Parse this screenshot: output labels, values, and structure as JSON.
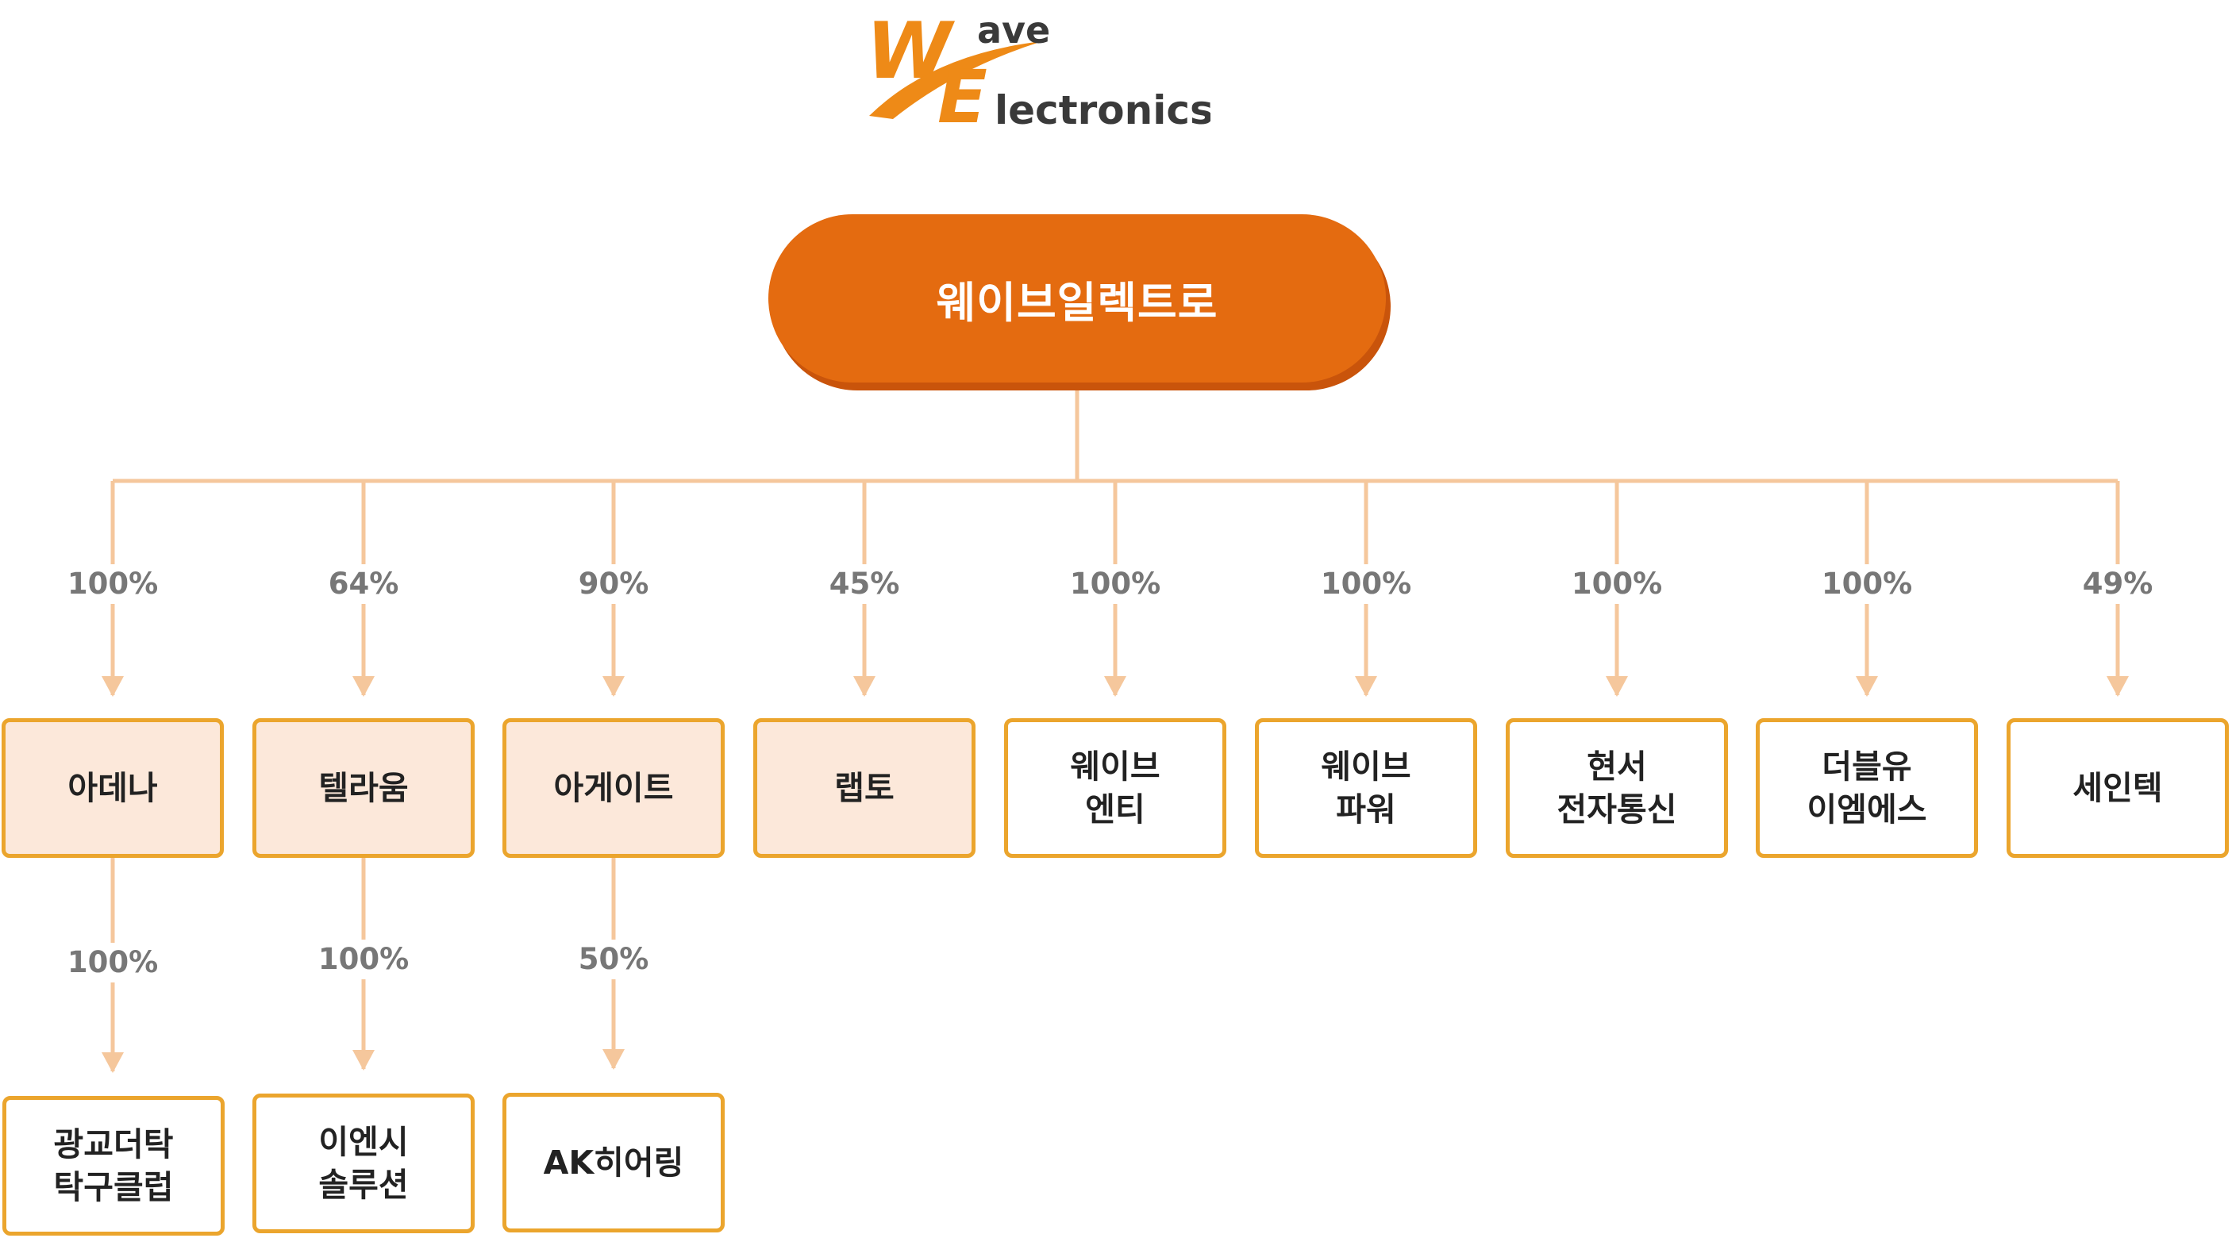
{
  "logo": {
    "mark_w": "W",
    "mark_e": "E",
    "word_top": "ave",
    "word_bottom": "lectronics"
  },
  "colors": {
    "root_fill": "#e46b10",
    "root_shadow": "#c9540b",
    "connector": "#f5c79c",
    "box_border": "#eba52d",
    "box_shaded_fill": "#fce8da",
    "logo_orange": "#ee8a17"
  },
  "root": {
    "label": "웨이브일렉트로"
  },
  "subsidiaries": [
    {
      "label": "아데나",
      "stake": "100%",
      "shaded": true
    },
    {
      "label": "텔라움",
      "stake": "64%",
      "shaded": true
    },
    {
      "label": "아게이트",
      "stake": "90%",
      "shaded": true
    },
    {
      "label": "랩토",
      "stake": "45%",
      "shaded": true
    },
    {
      "label": "웨이브\n엔티",
      "stake": "100%",
      "shaded": false
    },
    {
      "label": "웨이브\n파워",
      "stake": "100%",
      "shaded": false
    },
    {
      "label": "현서\n전자통신",
      "stake": "100%",
      "shaded": false
    },
    {
      "label": "더블유\n이엠에스",
      "stake": "100%",
      "shaded": false
    },
    {
      "label": "세인텍",
      "stake": "49%",
      "shaded": false
    }
  ],
  "sub_subsidiaries": [
    {
      "parent": "아데나",
      "label": "광교더탁\n탁구클럽",
      "stake": "100%"
    },
    {
      "parent": "텔라움",
      "label": "이엔시\n솔루션",
      "stake": "100%"
    },
    {
      "parent": "아게이트",
      "label": "AK히어링",
      "stake": "50%"
    }
  ]
}
